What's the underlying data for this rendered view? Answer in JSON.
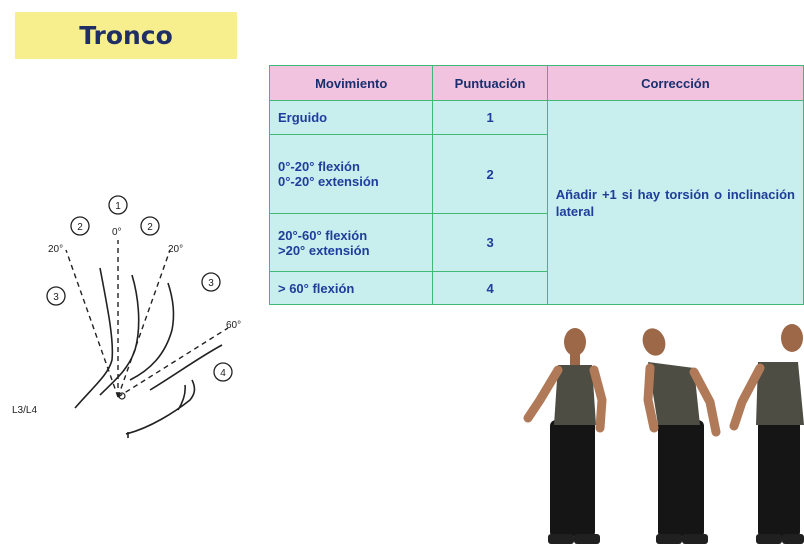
{
  "title": "Tronco",
  "table": {
    "headers": [
      "Movimiento",
      "Puntuación",
      "Corrección"
    ],
    "rows": [
      {
        "movement": [
          "Erguido"
        ],
        "score": "1"
      },
      {
        "movement": [
          "0°-20° flexión",
          "0°-20° extensión"
        ],
        "score": "2"
      },
      {
        "movement": [
          "20°-60° flexión",
          ">20° extensión"
        ],
        "score": "3"
      },
      {
        "movement": [
          "> 60° flexión"
        ],
        "score": "4"
      }
    ],
    "correction": "Añadir +1 si hay torsión o inclinación lateral"
  },
  "diagram": {
    "labels": {
      "n1": "1",
      "n2": "2",
      "n3": "3",
      "n4": "4",
      "a0": "0°",
      "a20": "20°",
      "a60": "60°",
      "level": "L3/L4"
    }
  },
  "colors": {
    "title_bg": "#f7ef8e",
    "header_bg": "#f1c3df",
    "cell_bg": "#c9eeee",
    "border": "#43b874",
    "text": "#1e3e9a"
  }
}
